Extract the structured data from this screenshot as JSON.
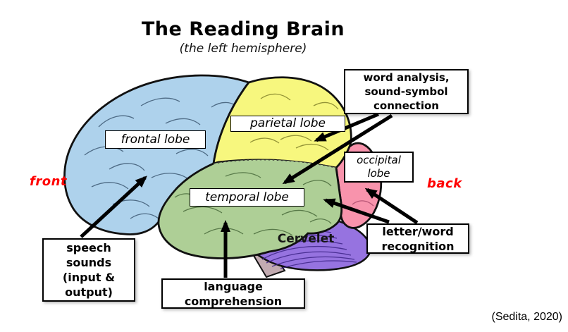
{
  "header": {
    "title": "The Reading Brain",
    "subtitle": "(the left hemisphere)"
  },
  "orientation": {
    "front": "front",
    "back": "back"
  },
  "attribution": "(Sedita, 2020)",
  "colors": {
    "frontal": "#aed2ec",
    "parietal": "#f7f77e",
    "temporal": "#aecf96",
    "occipital": "#f893ac",
    "cerebellum": "#9673e0",
    "brainstem": "#c2abb1",
    "outline": "#111111",
    "arrow": "#000000",
    "direction_label_red": "#ff0000"
  },
  "brain": {
    "lobes": {
      "frontal": {
        "label": "frontal lobe"
      },
      "parietal": {
        "label": "parietal lobe"
      },
      "temporal": {
        "label": "temporal lobe"
      },
      "occipital": {
        "line1": "occipital",
        "line2": "lobe"
      },
      "cerebellum": {
        "label": "Cervelet"
      }
    }
  },
  "annotations": {
    "word_analysis": {
      "lines": [
        "word analysis,",
        "sound-symbol",
        "connection"
      ]
    },
    "speech_sounds": {
      "lines": [
        "speech",
        "sounds",
        "(input &",
        "output)"
      ]
    },
    "language_comprehension": {
      "lines": [
        "language",
        "comprehension"
      ]
    },
    "letter_word": {
      "lines": [
        "letter/word",
        "recognition"
      ]
    }
  }
}
